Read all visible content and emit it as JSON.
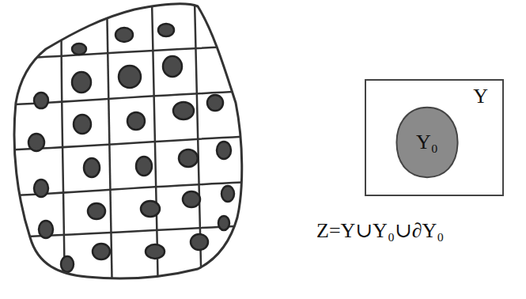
{
  "diagram": {
    "nodes": [
      {
        "text": [
          "Y"
        ]
      },
      {
        "text": [
          "Y₀"
        ],
        "in": 0
      }
    ],
    "labels": [
      "Z=Y∪Y₀∪∂Y₀"
    ]
  }
}
